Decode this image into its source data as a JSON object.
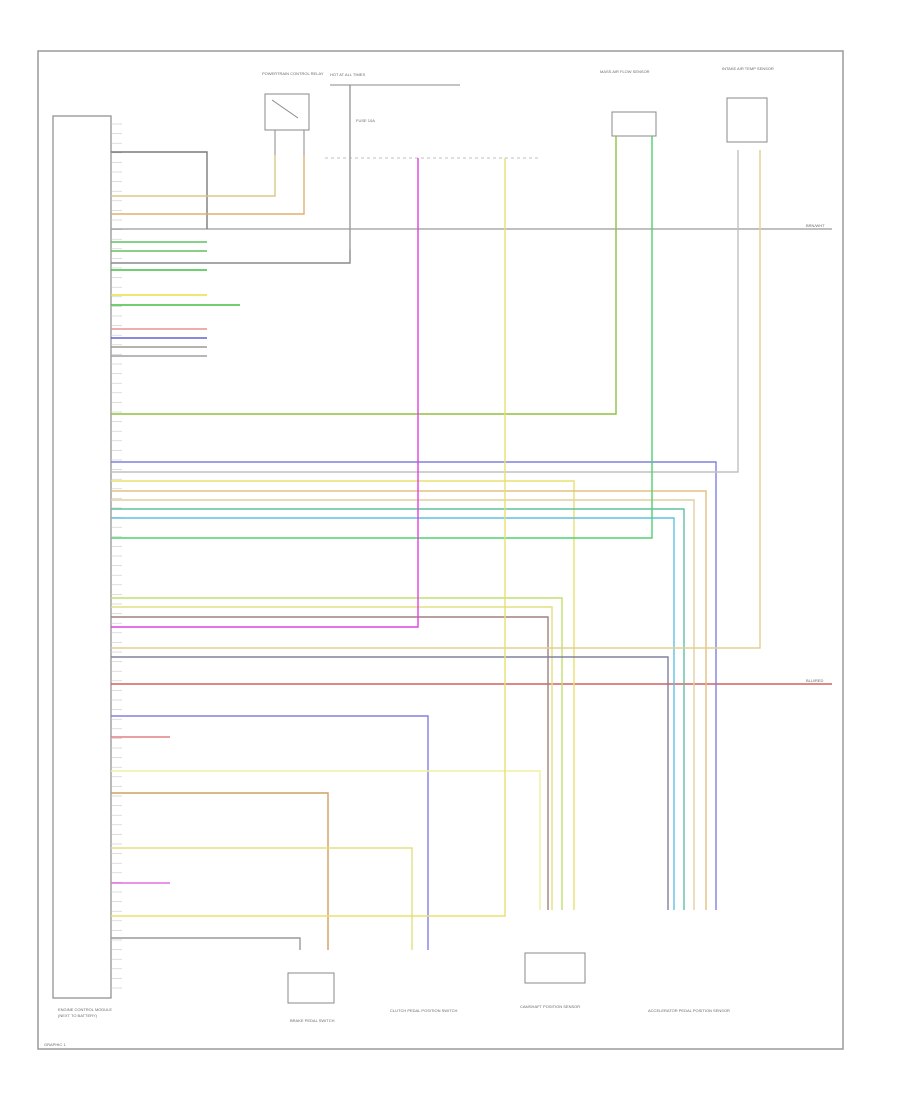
{
  "page_label": "GRAPHIC 1",
  "ecm": {
    "title": "ENGINE CONTROL MODULE",
    "subtitle": "(NEXT TO BATTERY)"
  },
  "components": {
    "relay": "POWERTRAIN CONTROL RELAY",
    "fusebox": "HOT AT ALL TIMES",
    "fuse": "FUSE 10A",
    "sensor1": "MASS AIR FLOW SENSOR",
    "sensor2": "INTAKE AIR TEMP SENSOR",
    "comp_bottom_1": "BRAKE PEDAL SWITCH",
    "comp_bottom_2": "CLUTCH PEDAL POSITION SWITCH",
    "comp_bottom_3": "CAMSHAFT POSITION SENSOR",
    "comp_bottom_4": "ACCELERATOR PEDAL POSITION SENSOR"
  },
  "right_labels": {
    "top": "BRN/WHT",
    "bottom": "BLU/RED"
  }
}
